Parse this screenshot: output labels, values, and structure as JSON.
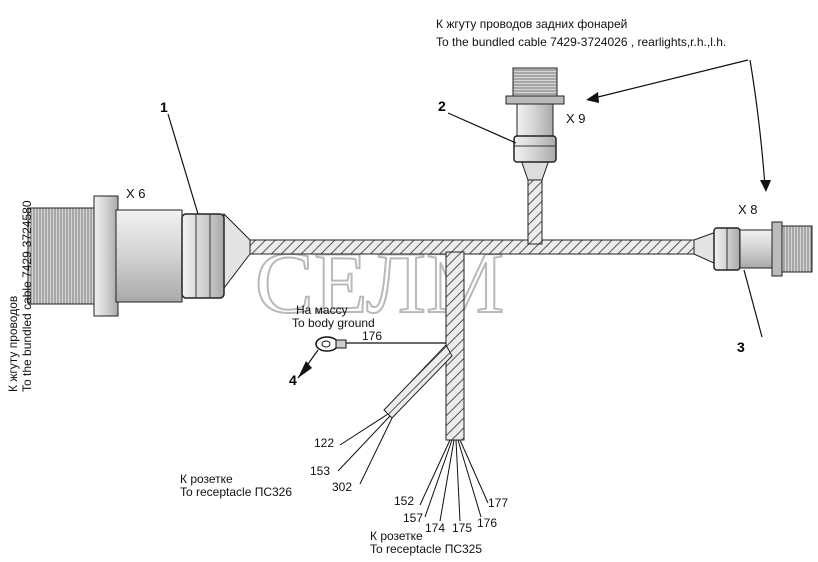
{
  "watermark": "СЕЛМ",
  "labels": {
    "top_ru": "К жгуту проводов задних фонарей",
    "top_en": "To the bundled cable 7429-3724026 , rearlights,r.h.,l.h.",
    "left_ru": "К жгуту проводов",
    "left_en": "To the bundled cable 7429-3724580",
    "ground_ru": "На массу",
    "ground_en": "To body ground",
    "ps326_ru": "К розетке",
    "ps326_en": "To receptacle ПС326",
    "ps325_ru": "К розетке",
    "ps325_en": "To receptacle ПС325"
  },
  "connectors": {
    "x6": "X 6",
    "x9": "X 9",
    "x8": "X 8"
  },
  "callouts": {
    "c1": "1",
    "c2": "2",
    "c3": "3",
    "c4": "4"
  },
  "wires": {
    "ground": "176",
    "ps326": [
      "122",
      "153",
      "302"
    ],
    "ps325": [
      "152",
      "157",
      "174",
      "175",
      "176",
      "177"
    ]
  }
}
